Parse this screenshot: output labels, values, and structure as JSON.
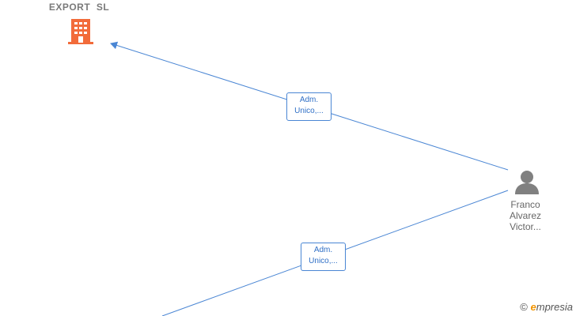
{
  "nodes": {
    "company": {
      "name": "EXPORT  SL",
      "icon": "building-icon",
      "color": "#f26b3a"
    },
    "person": {
      "name_lines": [
        "Franco",
        "Alvarez",
        "Victor..."
      ],
      "icon": "person-icon",
      "color": "#808080"
    }
  },
  "edges": [
    {
      "label_lines": [
        "Adm.",
        "Unico,..."
      ],
      "from": "person",
      "to": "company"
    },
    {
      "label_lines": [
        "Adm.",
        "Unico,..."
      ],
      "from": "person",
      "to": "offscreen-node"
    }
  ],
  "edge_color": "#4a86d4",
  "watermark": {
    "copyright": "©",
    "brand_initial": "e",
    "brand_rest": "mpresia"
  }
}
